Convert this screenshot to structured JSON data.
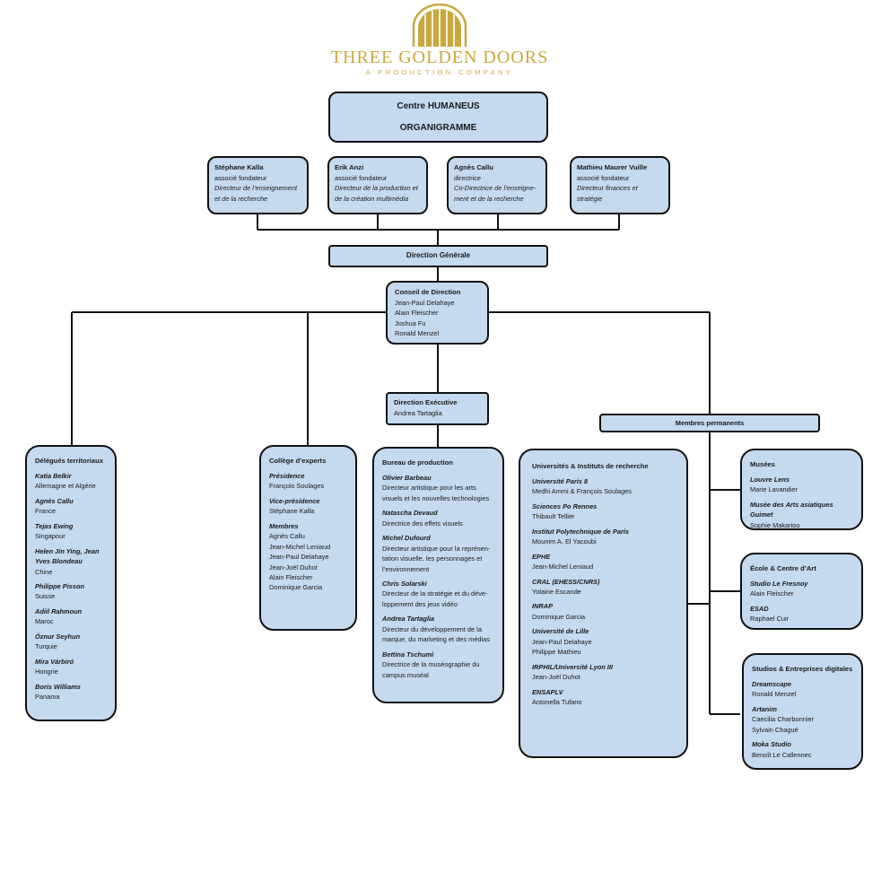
{
  "logo": {
    "title": "THREE GOLDEN DOORS",
    "subtitle": "A PRODUCTION COMPANY",
    "color": "#c9a840"
  },
  "header": {
    "line1": "Centre HUMANEUS",
    "line2": "ORGANIGRAMME"
  },
  "founders": [
    {
      "name": "Stéphane Kalla",
      "role": "associé fondateur",
      "title": "Directeur de l’enseignement et de la recherche"
    },
    {
      "name": "Erik Anzi",
      "role": "associé fondateur",
      "title": "Directeur de la production et de la création multimédia"
    },
    {
      "name": "Agnès Callu",
      "role": "directrice",
      "title": "Co-Directrice de l’enseigne-ment et de la recherche"
    },
    {
      "name": "Mathieu Maurer Vuille",
      "role": "associé fondateur",
      "title": "Directeur finances et stratégie"
    }
  ],
  "direction_generale": "Direction Générale",
  "conseil": {
    "title": "Conseil de Direction",
    "members": [
      "Jean-Paul Delahaye",
      "Alain Fleischer",
      "Joshua Fu",
      "Ronald Menzel"
    ]
  },
  "direction_executive": {
    "title": "Direction Exécutive",
    "member": "Andrea Tartaglia"
  },
  "membres_permanents": "Membres permanents",
  "delegues": {
    "title": "Délégués territoriaux",
    "entries": [
      {
        "name": "Katia Belkir",
        "desc": "Allemagne et Algérie"
      },
      {
        "name": "Agnès Callu",
        "desc": "France"
      },
      {
        "name": "Tejas Ewing",
        "desc": "Singapour"
      },
      {
        "name": "Helen Jin Ying, Jean Yves Blondeau",
        "desc": "Chine"
      },
      {
        "name": "Philippe Pisson",
        "desc": "Suisse"
      },
      {
        "name": "Adiil Rahmoun",
        "desc": "Maroc"
      },
      {
        "name": "Öznur Seyhun",
        "desc": "Turquie"
      },
      {
        "name": "Mira Várbiró",
        "desc": "Hongrie"
      },
      {
        "name": "Boris Williams",
        "desc": "Panama"
      }
    ]
  },
  "college": {
    "title": "Collège d’experts",
    "presidence_label": "Présidence",
    "presidence": "François Soulages",
    "vice_label": "Vice-présidence",
    "vice": "Stéphane Kalla",
    "membres_label": "Membres",
    "membres": [
      "Agnès Callu",
      "Jean-Michel Leniaud",
      "Jean-Paul Delahaye",
      "Jean-Joël Duhot",
      "Alain Fleischer",
      "Dominique Garcia"
    ]
  },
  "bureau": {
    "title": "Bureau de production",
    "entries": [
      {
        "name": "Olivier Barbeau",
        "desc": "Directeur artistique pour les arts visuels et les nouvelles technologies"
      },
      {
        "name": "Natascha Devaud",
        "desc": "Directrice des effets visuels"
      },
      {
        "name": "Michel Dufourd",
        "desc": "Directeur artistique pour la représen-tation visuelle, les personnages et l’environnement"
      },
      {
        "name": "Chris Solarski",
        "desc": "Directeur de la stratégie et du déve-loppement des jeux vidéo"
      },
      {
        "name": "Andrea Tartaglia",
        "desc": "Directeur du développement de la marque, du marketing et des médias"
      },
      {
        "name": "Bettina Tschumi",
        "desc": "Directrice de la muséographie du campus muséal"
      }
    ]
  },
  "universites": {
    "title": "Universités & Instituts de recherche",
    "entries": [
      {
        "name": "Université Paris 8",
        "desc": "Medhi Ammi & François Soulages"
      },
      {
        "name": "Sciences Po Rennes",
        "desc": "Thibault Tellier"
      },
      {
        "name": "Institut Polytechnique de Paris",
        "desc": "Mounim A. El Yacoubi"
      },
      {
        "name": "EPHE",
        "desc": "Jean-Michel Leniaud"
      },
      {
        "name": "CRAL (EHESS/CNRS)",
        "desc": "Yolaine Escande"
      },
      {
        "name": "INRAP",
        "desc": "Dominique Garcia"
      },
      {
        "name": "Université de Lille",
        "desc": "Jean-Paul Delahaye Philippe Mathieu"
      },
      {
        "name": "IRPHIL/Université Lyon III",
        "desc": "Jean-Joël Duhot"
      },
      {
        "name": "ENSAPLV",
        "desc": "Antonella Tufano"
      }
    ]
  },
  "musees": {
    "title": "Musées",
    "entries": [
      {
        "name": "Louvre Lens",
        "desc": "Marie Lavandier"
      },
      {
        "name": "Musée des Arts asiatiques Guimet",
        "desc": "Sophie Makariou"
      }
    ]
  },
  "ecoles": {
    "title": "École & Centre d’Art",
    "entries": [
      {
        "name": "Studio Le Fresnoy",
        "desc": "Alain Fleischer"
      },
      {
        "name": "ESAD",
        "desc": "Raphael Cuir"
      }
    ]
  },
  "studios": {
    "title": "Studios & Entreprises digitales",
    "entries": [
      {
        "name": "Dreamscape",
        "desc": "Ronald Menzel"
      },
      {
        "name": "Artanim",
        "desc": "Caecilia Charbonnier Sylvain Chagué"
      },
      {
        "name": "Moka Studio",
        "desc": "Benoît Le Callennec"
      }
    ]
  },
  "colors": {
    "box_fill": "#c5d9ef",
    "border": "#111111",
    "logo_gold": "#c9a840"
  }
}
